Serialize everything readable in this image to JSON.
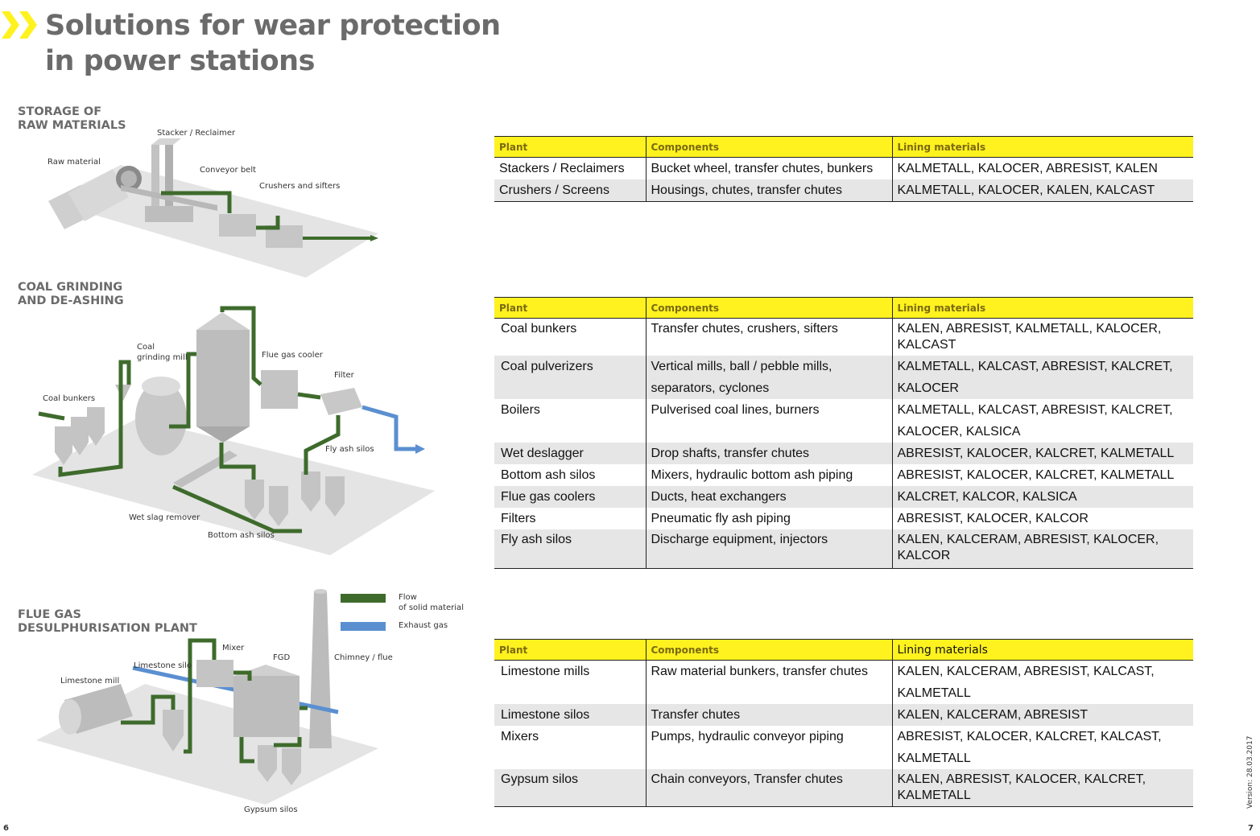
{
  "title": {
    "line1": "Solutions for wear protection",
    "line2": "in power stations"
  },
  "colors": {
    "accent": "#fff21f",
    "solid_flow": "#3e6b2c",
    "exhaust_gas": "#5b8fd0"
  },
  "sections": [
    {
      "heading": [
        "STORAGE OF",
        "RAW MATERIALS"
      ],
      "diagram_labels": {
        "stacker": "Stacker / Reclaimer",
        "raw": "Raw material",
        "conveyor": "Conveyor belt",
        "crushers": "Crushers and sifters"
      },
      "table": {
        "headers": [
          "Plant",
          "Components",
          "Lining materials"
        ],
        "rows": [
          [
            "Stackers / Reclaimers",
            "Bucket wheel, transfer chutes, bunkers",
            "KALMETALL, KALOCER, ABRESIST, KALEN"
          ],
          [
            "Crushers / Screens",
            "Housings, chutes, transfer chutes",
            "KALMETALL, KALOCER, KALEN, KALCAST"
          ]
        ]
      }
    },
    {
      "heading": [
        "COAL GRINDING",
        "AND DE-ASHING"
      ],
      "diagram_labels": {
        "mill1": "Coal",
        "mill2": "grinding mill",
        "fgc": "Flue gas cooler",
        "filter": "Filter",
        "bunkers": "Coal bunkers",
        "flyash": "Fly ash silos",
        "wetslag": "Wet slag remover",
        "bottomash": "Bottom ash silos"
      },
      "table": {
        "headers": [
          "Plant",
          "Components",
          "Lining materials"
        ],
        "rows": [
          [
            "Coal bunkers",
            "Transfer chutes, crushers, sifters",
            "KALEN, ABRESIST, KALMETALL, KALOCER, KALCAST"
          ],
          [
            "Coal pulverizers",
            "Vertical mills, ball / pebble mills, separators, cyclones",
            "KALMETALL, KALCAST, ABRESIST, KALCRET, KALOCER"
          ],
          [
            "Boilers",
            "Pulverised coal lines, burners",
            "KALMETALL, KALCAST, ABRESIST, KALCRET, KALOCER, KALSICA"
          ],
          [
            "Wet deslagger",
            "Drop shafts, transfer chutes",
            "ABRESIST, KALOCER, KALCRET, KALMETALL"
          ],
          [
            "Bottom ash silos",
            "Mixers, hydraulic bottom ash piping",
            "ABRESIST, KALOCER, KALCRET, KALMETALL"
          ],
          [
            "Flue gas coolers",
            "Ducts, heat exchangers",
            "KALCRET, KALCOR, KALSICA"
          ],
          [
            "Filters",
            "Pneumatic fly ash piping",
            "ABRESIST, KALOCER, KALCOR"
          ],
          [
            "Fly ash silos",
            "Discharge equipment, injectors",
            "KALEN, KALCERAM, ABRESIST, KALOCER, KALCOR"
          ]
        ]
      }
    },
    {
      "heading": [
        "FLUE GAS",
        "DESULPHURISATION PLANT"
      ],
      "diagram_labels": {
        "mixer": "Mixer",
        "fgd": "FGD",
        "chimney": "Chimney / flue",
        "silo": "Limestone silo",
        "mill": "Limestone mill",
        "gypsum": "Gypsum silos"
      },
      "table": {
        "headers": [
          "Plant",
          "Components",
          "Lining materials"
        ],
        "rows": [
          [
            "Limestone mills",
            "Raw material bunkers, transfer chutes",
            "KALEN, KALCERAM, ABRESIST, KALCAST, KALMETALL"
          ],
          [
            "Limestone silos",
            "Transfer chutes",
            "KALEN, KALCERAM, ABRESIST"
          ],
          [
            "Mixers",
            "Pumps, hydraulic conveyor piping",
            "ABRESIST, KALOCER, KALCRET, KALCAST, KALMETALL"
          ],
          [
            "Gypsum silos",
            "Chain conveyors, Transfer chutes",
            "KALEN, ABRESIST, KALOCER, KALCRET, KALMETALL"
          ]
        ]
      }
    }
  ],
  "legend": {
    "solid_line1": "Flow",
    "solid_line2": "of solid material",
    "exhaust": "Exhaust gas"
  },
  "footer": {
    "page_left": "6",
    "page_right": "7",
    "version": "Version: 28.03.2017"
  }
}
